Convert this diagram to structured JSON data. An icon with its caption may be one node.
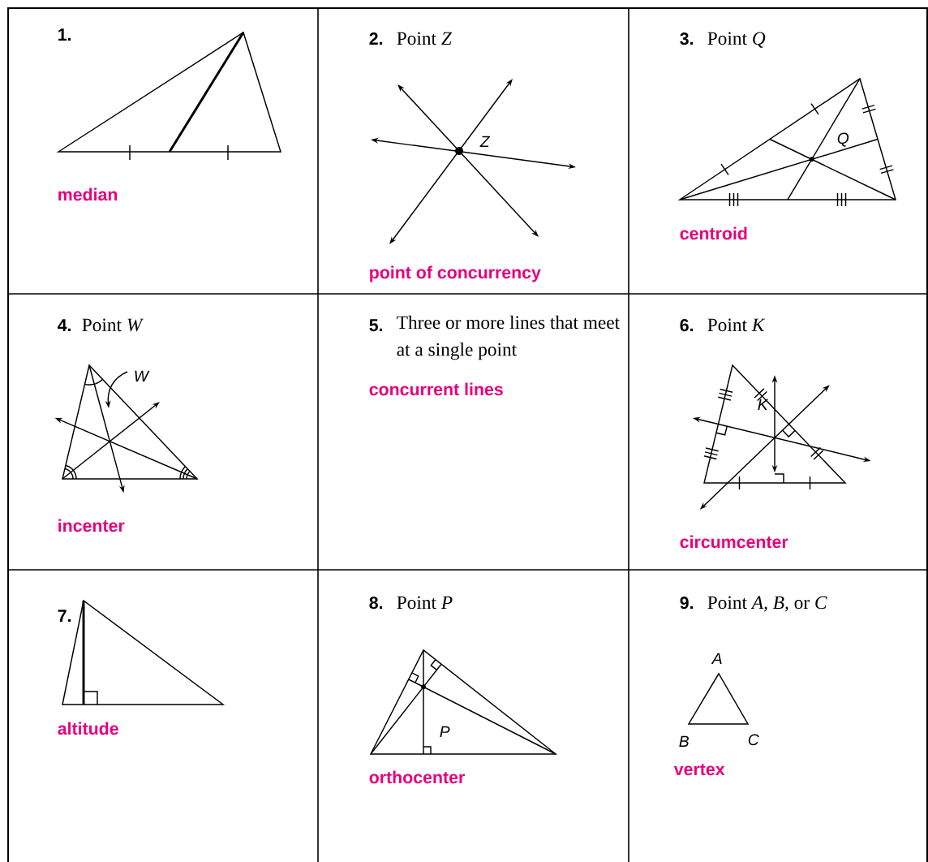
{
  "diagram": {
    "labels": [
      "1.",
      "median",
      "2.",
      "Point *Z*",
      "Z",
      "point of concurrency",
      "3.",
      "Point *Q*",
      "Q",
      "centroid",
      "4.",
      "Point *W*",
      "W",
      "incenter",
      "5.",
      "Three or more lines that meet at a single point",
      "concurrent lines",
      "6.",
      "Point *K*",
      "K",
      "circumcenter",
      "7.",
      "altitude",
      "8.",
      "Point *P*",
      "P",
      "orthocenter",
      "9.",
      "Point *A, B,* or *C*",
      "A",
      "B",
      "C",
      "vertex"
    ]
  }
}
